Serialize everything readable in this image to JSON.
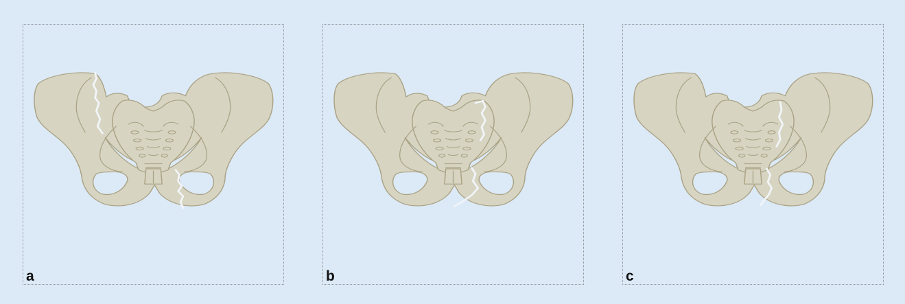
{
  "figure": {
    "panels": [
      {
        "label": "a",
        "fracture_pattern": "left-iliac-and-right-pubic-rami"
      },
      {
        "label": "b",
        "fracture_pattern": "right-sacroiliac-and-right-pubic-rami"
      },
      {
        "label": "c",
        "fracture_pattern": "right-sacroiliac-and-right-pubic-rami-variant"
      }
    ],
    "colors": {
      "background": "#dce9f6",
      "bone_fill": "#d7d4c2",
      "bone_outline": "#a9a283",
      "fracture_line": "#f2f5f8",
      "panel_border": "#8f979e"
    }
  }
}
